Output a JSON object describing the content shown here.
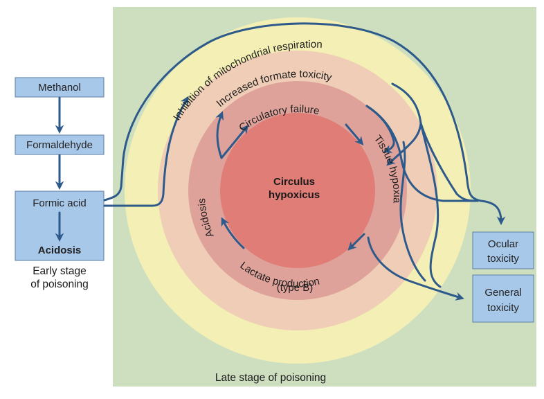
{
  "colors": {
    "panel_green": "#cddfbf",
    "ring_yellow": "#f4efb4",
    "ring_peach": "#efcdb6",
    "ring_rose": "#dfa29a",
    "core_red": "#e07d76",
    "box_fill": "#a8c8ea",
    "box_stroke": "#5c7ea4",
    "arrow": "#2d5a8a"
  },
  "early_stage": {
    "boxes": [
      {
        "id": "methanol",
        "label": "Methanol"
      },
      {
        "id": "formaldehyde",
        "label": "Formaldehyde"
      },
      {
        "id": "formic-acid",
        "label": "Formic acid"
      }
    ],
    "acidosis_label": "Acidosis",
    "caption_line1": "Early stage",
    "caption_line2": "of poisoning"
  },
  "late_stage": {
    "caption": "Late stage of poisoning",
    "rings": [
      {
        "id": "inhibition",
        "label": "Inhibition of mitochondrial respiration"
      },
      {
        "id": "formate",
        "label": "Increased formate toxicity"
      },
      {
        "id": "circulatory",
        "label": "Circulatory failure"
      }
    ],
    "cycle": {
      "acidosis": "Acidosis",
      "tissue_hypoxia": "Tissue hypoxia",
      "lactate_line1": "Lactate production",
      "lactate_line2": "(type B)"
    },
    "center_line1": "Circulus",
    "center_line2": "hypoxicus"
  },
  "outcomes": [
    {
      "id": "ocular",
      "line1": "Ocular",
      "line2": "toxicity"
    },
    {
      "id": "general",
      "line1": "General",
      "line2": "toxicity"
    }
  ]
}
